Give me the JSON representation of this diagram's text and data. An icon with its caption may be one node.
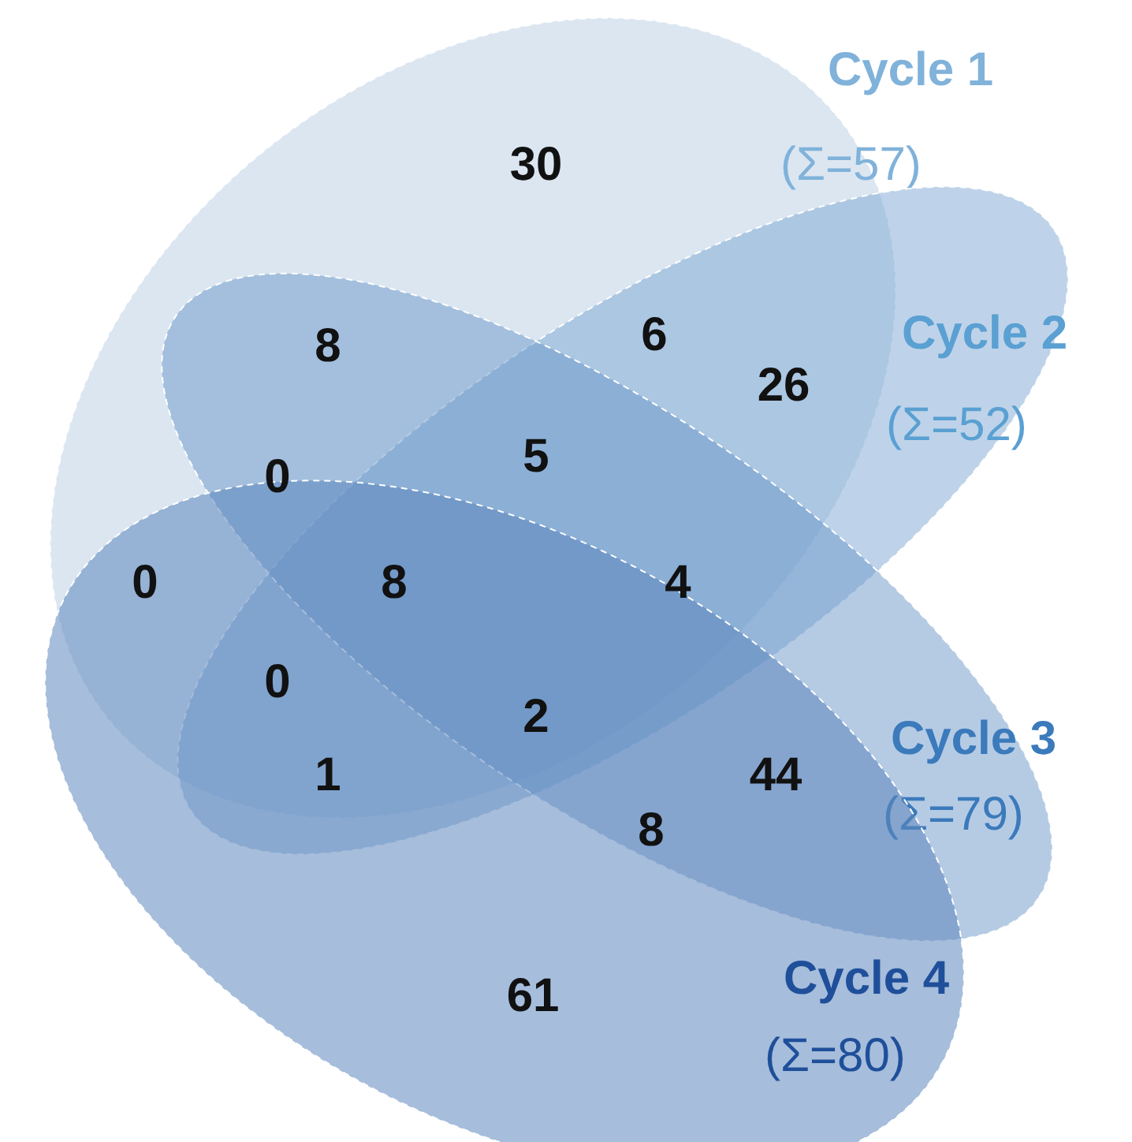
{
  "diagram": {
    "nodes": [
      {
        "text": [
          "Cycle 1",
          "(Σ=57)"
        ]
      },
      {
        "text": [
          "Cycle 2",
          "(Σ=52)"
        ]
      },
      {
        "text": [
          "Cycle 3",
          "(Σ=79)"
        ]
      },
      {
        "text": [
          "Cycle 4",
          "(Σ=80)"
        ]
      }
    ],
    "edges": [],
    "labels": [
      "30",
      "8",
      "6",
      "26",
      "5",
      "0",
      "0",
      "8",
      "4",
      "0",
      "2",
      "44",
      "1",
      "8",
      "61"
    ]
  }
}
